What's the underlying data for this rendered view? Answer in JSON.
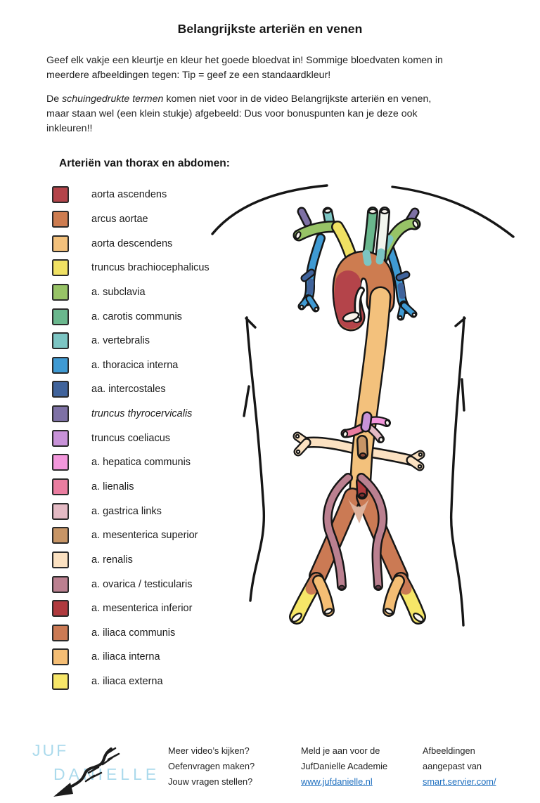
{
  "page": {
    "title": "Belangrijkste arteriën en venen"
  },
  "intro": {
    "p1": "Geef elk vakje een kleurtje en kleur het goede bloedvat in! Sommige bloedvaten komen in\nmeerdere afbeeldingen tegen: Tip = geef ze een standaardkleur!",
    "p2_pre": "De ",
    "p2_italic": "schuingedrukte termen",
    "p2_post": " komen niet voor in de video Belangrijkste arteriën en venen,\nmaar staan wel (een klein stukje) afgebeeld: Dus voor bonuspunten kan je deze ook\ninkleuren!!"
  },
  "section": {
    "heading": "Arteriën van thorax en abdomen:"
  },
  "legend": {
    "items": [
      {
        "label": "aorta ascendens",
        "color": "#b4444a",
        "italic": false
      },
      {
        "label": "arcus aortae",
        "color": "#cd7c50",
        "italic": false
      },
      {
        "label": "aorta descendens",
        "color": "#f3c17c",
        "italic": false
      },
      {
        "label": "truncus brachiocephalicus",
        "color": "#f0e163",
        "italic": false
      },
      {
        "label": "a. subclavia",
        "color": "#97c366",
        "italic": false
      },
      {
        "label": "a. carotis communis",
        "color": "#6ab78d",
        "italic": false
      },
      {
        "label": "a. vertebralis",
        "color": "#7cc5c3",
        "italic": false
      },
      {
        "label": "a. thoracica interna",
        "color": "#3f9ad3",
        "italic": false
      },
      {
        "label": "aa. intercostales",
        "color": "#40639b",
        "italic": false
      },
      {
        "label": "truncus thyrocervicalis",
        "color": "#7e71a5",
        "italic": true
      },
      {
        "label": "truncus coeliacus",
        "color": "#c892d8",
        "italic": false
      },
      {
        "label": "a. hepatica communis",
        "color": "#f397dc",
        "italic": false
      },
      {
        "label": "a. lienalis",
        "color": "#ea7da0",
        "italic": false
      },
      {
        "label": "a. gastrica links",
        "color": "#e4bac4",
        "italic": false
      },
      {
        "label": "a. mesenterica superior",
        "color": "#c79566",
        "italic": false
      },
      {
        "label": "a. renalis",
        "color": "#fbe1c1",
        "italic": false
      },
      {
        "label": "a. ovarica / testicularis",
        "color": "#bb8090",
        "italic": false
      },
      {
        "label": "a. mesenterica inferior",
        "color": "#b03a3e",
        "italic": false
      },
      {
        "label": "a. iliaca communis",
        "color": "#cb7a54",
        "italic": false
      },
      {
        "label": "a. iliaca interna",
        "color": "#f4bd74",
        "italic": false
      },
      {
        "label": "a. iliaca externa",
        "color": "#f6e668",
        "italic": false
      }
    ]
  },
  "footer": {
    "logo_line1": "JUF",
    "logo_line2": "DANIELLE",
    "logo_color": "#abdaec",
    "link_color": "#1e6fbf",
    "columns": [
      {
        "lines": [
          "Meer video’s kijken?",
          "Oefenvragen maken?",
          "Jouw vragen stellen?"
        ],
        "link": null
      },
      {
        "lines": [
          "Meld je aan voor de",
          "JufDanielle Academie"
        ],
        "link": "www.jufdanielle.nl"
      },
      {
        "lines": [
          "Afbeeldingen",
          "aangepast van"
        ],
        "link": "smart.servier.com/"
      }
    ]
  }
}
